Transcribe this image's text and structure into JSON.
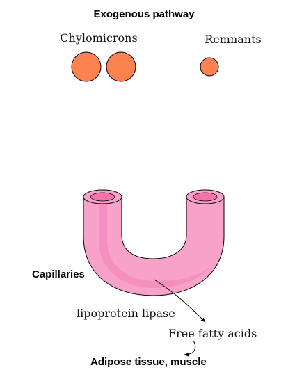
{
  "title": "Exogenous pathway",
  "particles": {
    "chylomicrons_label": "Chylomicrons",
    "remnants_label": "Remnants"
  },
  "labels": {
    "capillaries": "Capillaries",
    "lipoprotein_lipase": "lipoprotein lipase",
    "free_fatty_acids": "Free fatty acids",
    "adipose_tissue": "Adipose tissue, muscle"
  },
  "colors": {
    "particle_fill": "#fc8350",
    "vessel_fill": "#f9a2c9",
    "vessel_lumen": "#f472a9",
    "vessel_shade": "#f387bb",
    "outline": "#000000"
  }
}
